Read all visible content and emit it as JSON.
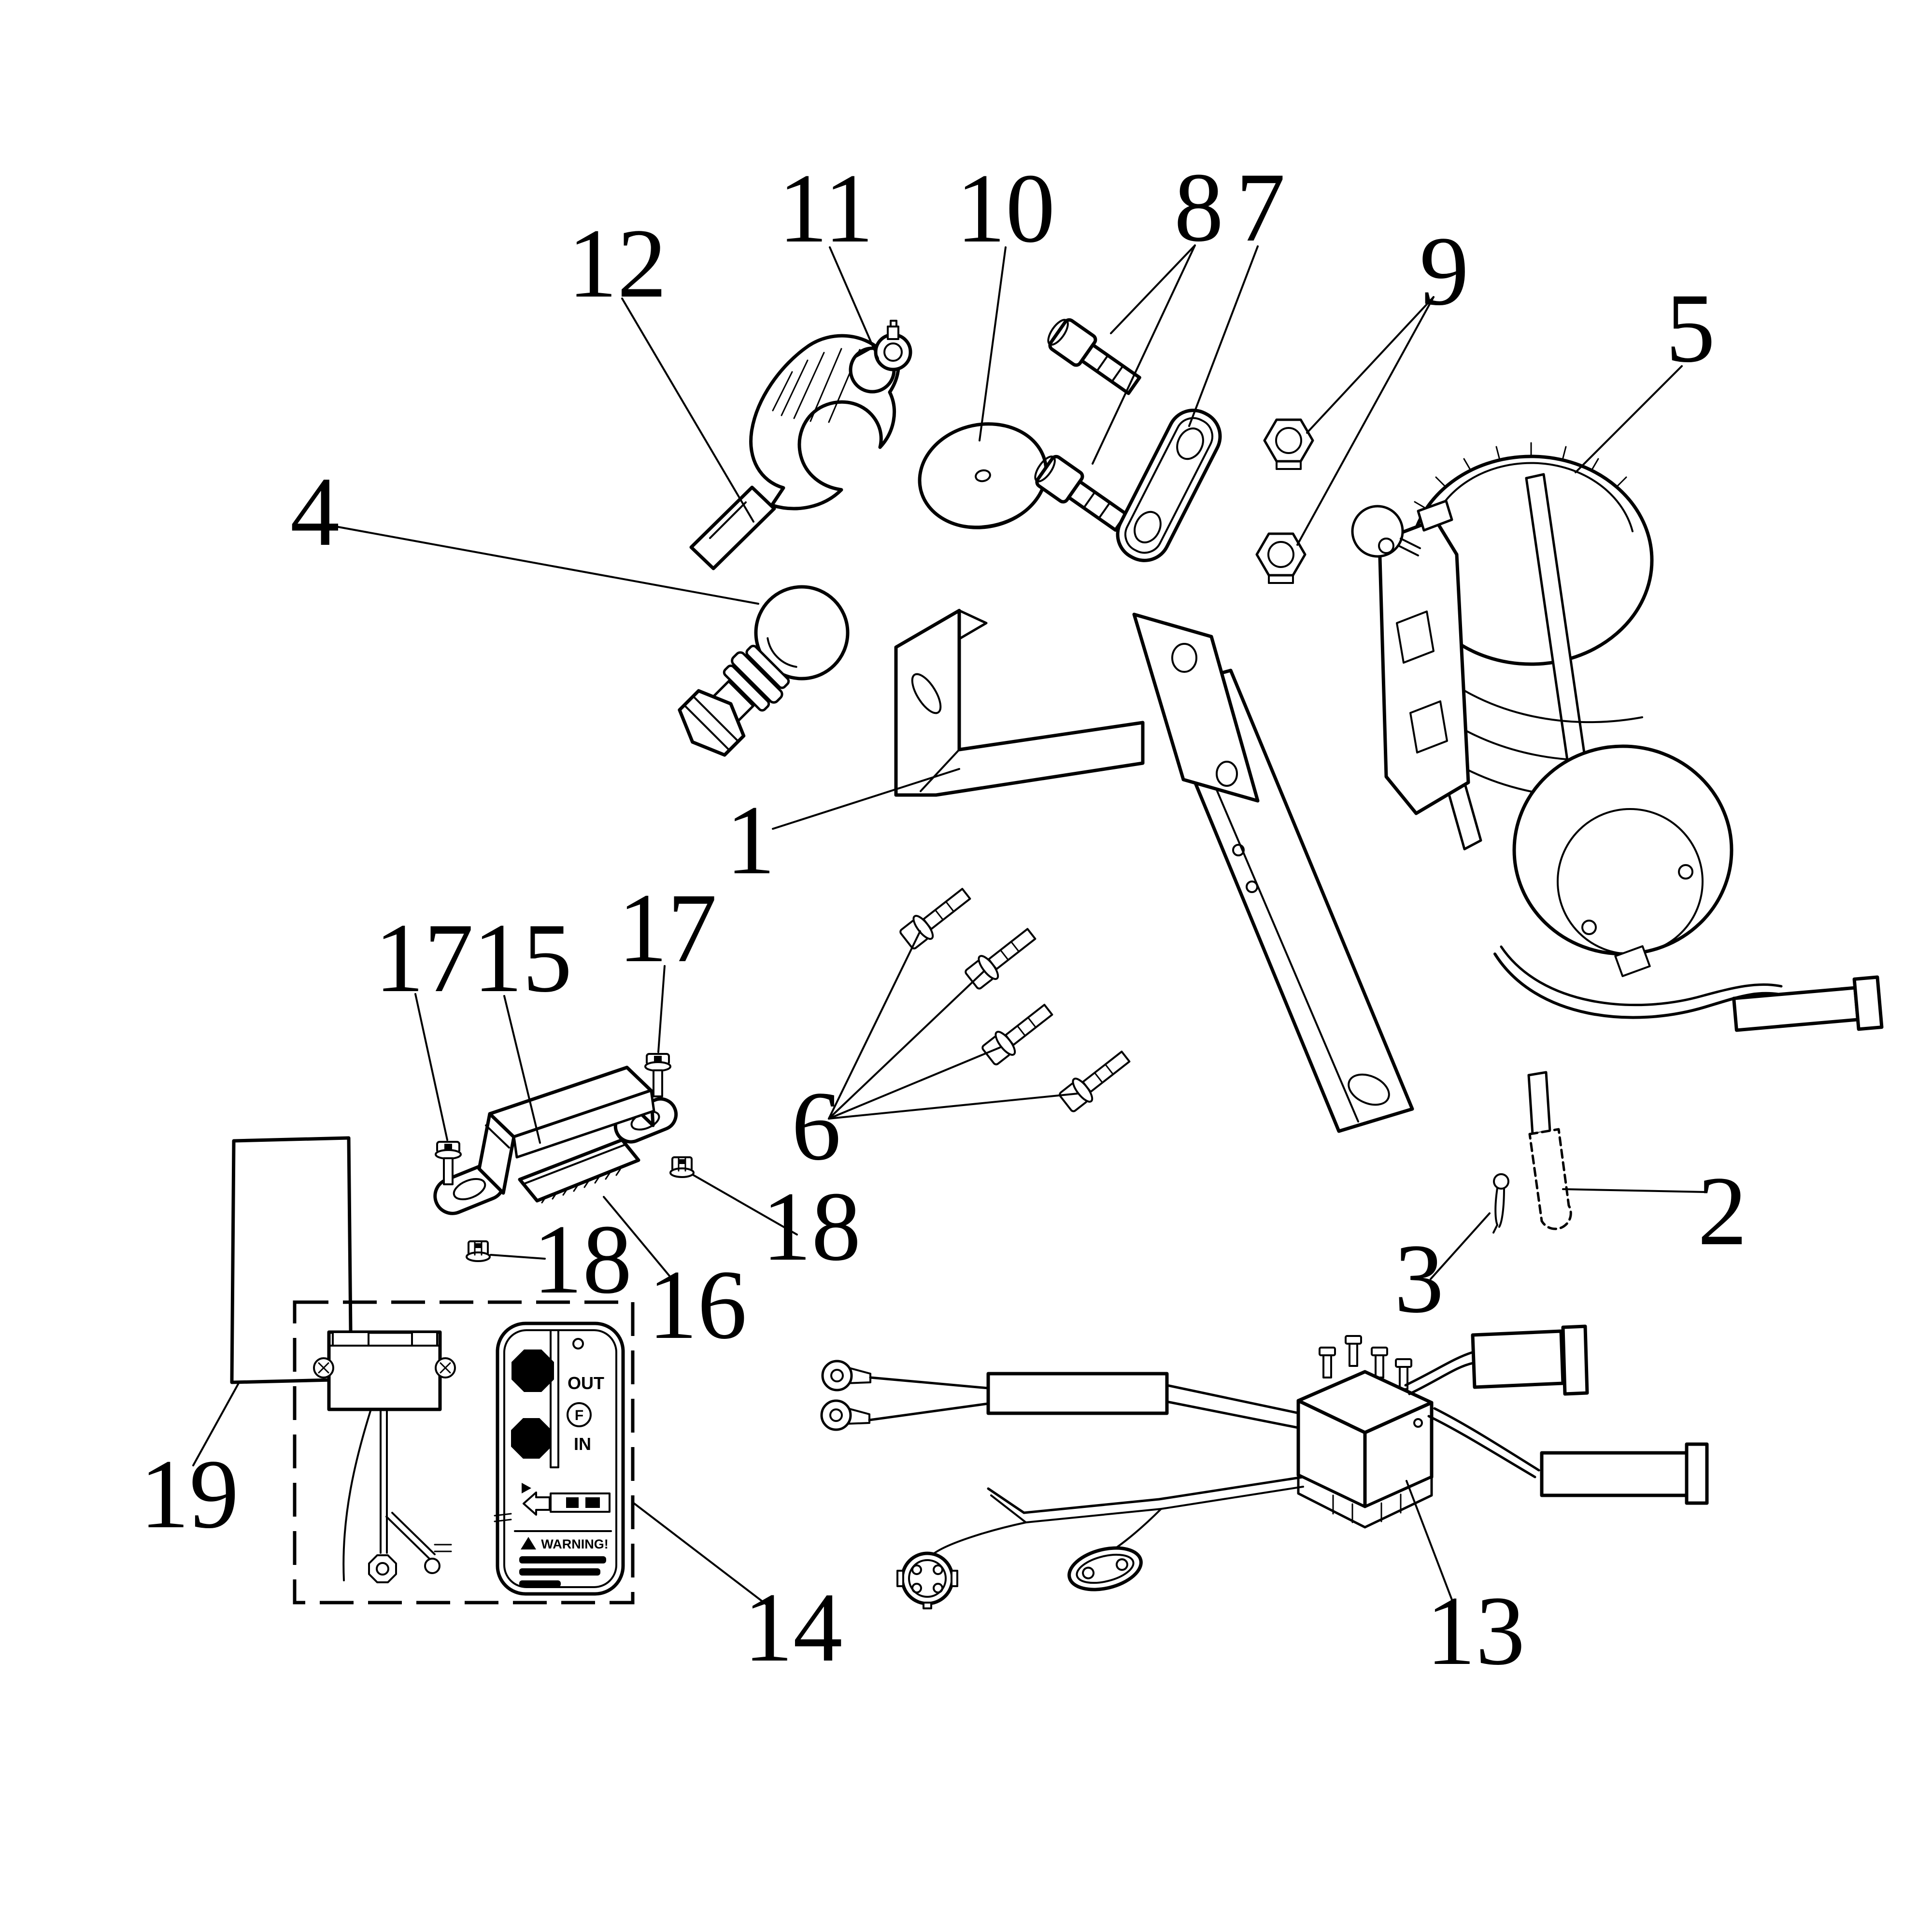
{
  "figure": {
    "type": "exploded-parts-diagram",
    "background_color": "#ffffff",
    "line_color": "#000000",
    "part_labels": {
      "p1": "1",
      "p2": "2",
      "p3": "3",
      "p4": "4",
      "p5": "5",
      "p6": "6",
      "p7": "7",
      "p8": "8",
      "p9": "9",
      "p10": "10",
      "p11": "11",
      "p12": "12",
      "p13": "13",
      "p14": "14",
      "p15": "15",
      "p16": "16",
      "p17a": "17",
      "p17b": "17",
      "p18a": "18",
      "p18b": "18",
      "p19": "19"
    },
    "remote_control": {
      "out_label": "OUT",
      "function_label": "F",
      "in_label": "IN",
      "warning_label": "WARNING!"
    }
  }
}
